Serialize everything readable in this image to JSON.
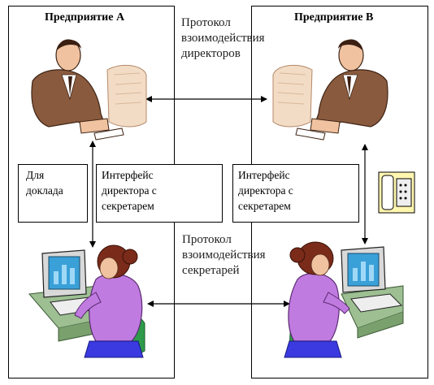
{
  "enterprise_a": {
    "title": "Предприятие А"
  },
  "enterprise_b": {
    "title": "Предприятие В"
  },
  "directors_protocol": {
    "lines": [
      "Протокол",
      "взоимодействия",
      "директоров"
    ]
  },
  "secretaries_protocol": {
    "lines": [
      "Протокол",
      "взоимодействия",
      "секретарей"
    ]
  },
  "report_box": {
    "lines": [
      "Для",
      "доклада"
    ]
  },
  "interface_a": {
    "lines": [
      "Интерфейс",
      "директора с",
      "секретарем"
    ]
  },
  "interface_b": {
    "lines": [
      "Интерфейс",
      "директора с",
      "секретарем"
    ]
  },
  "icons": {
    "director": "businessman-at-computer-icon",
    "secretary": "woman-at-computer-icon",
    "phone": "telephone-icon"
  },
  "colors": {
    "suit": "#8a5a3e",
    "skin": "#f0c2a0",
    "sweater": "#c07be0",
    "hair": "#7a2b1a",
    "monitor_screen": "#3aa0d8",
    "desk": "#9dbf92",
    "chair": "#2e9a4a",
    "phone_bg": "#fff6b0"
  }
}
